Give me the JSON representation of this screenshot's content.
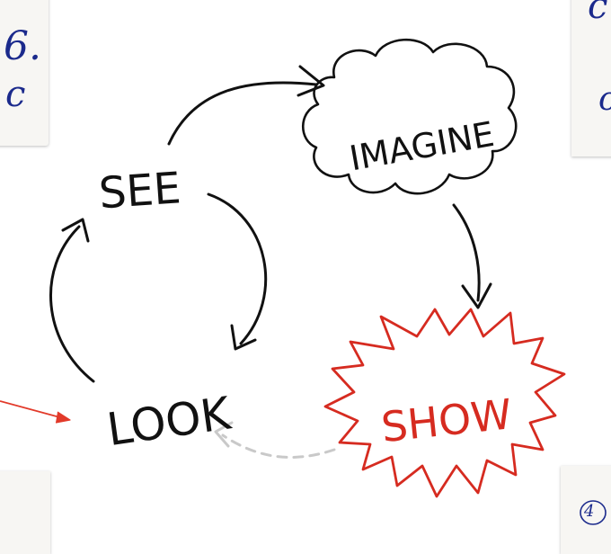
{
  "nodes": {
    "see": "SEE",
    "imagine": "IMAGINE",
    "show": "SHOW",
    "look": "LOOK"
  },
  "cards": {
    "top_left": [
      "6.",
      "c"
    ],
    "top_right": [
      "c",
      "c"
    ],
    "bottom_right": "4"
  },
  "colors": {
    "ink": "#111111",
    "show": "#d62b20",
    "faded_arrow": "#c9c9c9",
    "pointer": "#e23a2a",
    "card_ink": "#1b2a8c"
  }
}
